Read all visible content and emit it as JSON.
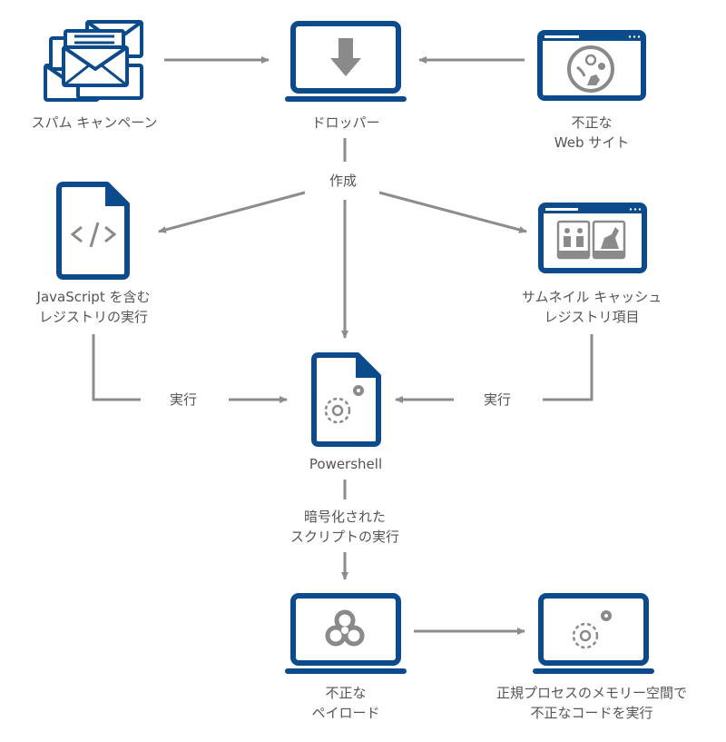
{
  "diagram": {
    "colors": {
      "icon_primary": "#0b4a8b",
      "icon_secondary": "#8a8a8a",
      "arrow": "#8c8c8c",
      "text": "#555555"
    },
    "nodes": {
      "spam": {
        "icon": "envelopes-icon",
        "lines": [
          "スパム キャンペーン"
        ]
      },
      "dropper": {
        "icon": "laptop-download-icon",
        "lines": [
          "ドロッパー"
        ]
      },
      "website": {
        "icon": "browser-malware-icon",
        "lines": [
          "不正な",
          "Web サイト"
        ]
      },
      "js_registry": {
        "icon": "code-file-icon",
        "lines": [
          "JavaScript を含む",
          "レジストリの実行"
        ]
      },
      "thumbnail": {
        "icon": "browser-thumbnails-icon",
        "lines": [
          "サムネイル キャッシュ",
          "レジストリ項目"
        ]
      },
      "powershell": {
        "icon": "gear-file-icon",
        "lines": [
          "Powershell"
        ]
      },
      "payload": {
        "icon": "laptop-biohazard-icon",
        "lines": [
          "不正な",
          "ペイロード"
        ]
      },
      "memory": {
        "icon": "laptop-gears-icon",
        "lines": [
          "正規プロセスのメモリー空間で",
          "不正なコードを実行"
        ]
      }
    },
    "edge_labels": {
      "create": "作成",
      "execute_left": "実行",
      "execute_right": "実行",
      "encrypted_script": [
        "暗号化された",
        "スクリプトの実行"
      ]
    },
    "edges": [
      {
        "from": "spam",
        "to": "dropper"
      },
      {
        "from": "website",
        "to": "dropper"
      },
      {
        "from": "dropper",
        "to": "js_registry",
        "label": "作成"
      },
      {
        "from": "dropper",
        "to": "powershell",
        "label": "作成"
      },
      {
        "from": "dropper",
        "to": "thumbnail",
        "label": "作成"
      },
      {
        "from": "js_registry",
        "to": "powershell",
        "label": "実行"
      },
      {
        "from": "thumbnail",
        "to": "powershell",
        "label": "実行"
      },
      {
        "from": "powershell",
        "to": "payload",
        "label": "暗号化された スクリプトの実行"
      },
      {
        "from": "payload",
        "to": "memory"
      }
    ]
  }
}
